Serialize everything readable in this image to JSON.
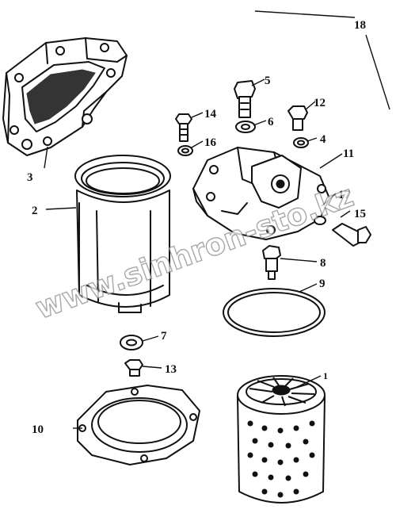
{
  "labels": {
    "l1": "1",
    "l2": "2",
    "l3": "3",
    "l4": "4",
    "l5": "5",
    "l6": "6",
    "l7": "7",
    "l8": "8",
    "l9": "9",
    "l10": "10",
    "l11": "11",
    "l12": "12",
    "l13": "13",
    "l14": "14",
    "l15": "15",
    "l16": "16",
    "l17": "17",
    "l18": "18"
  },
  "watermark": "www.sinhron-sto.kz"
}
